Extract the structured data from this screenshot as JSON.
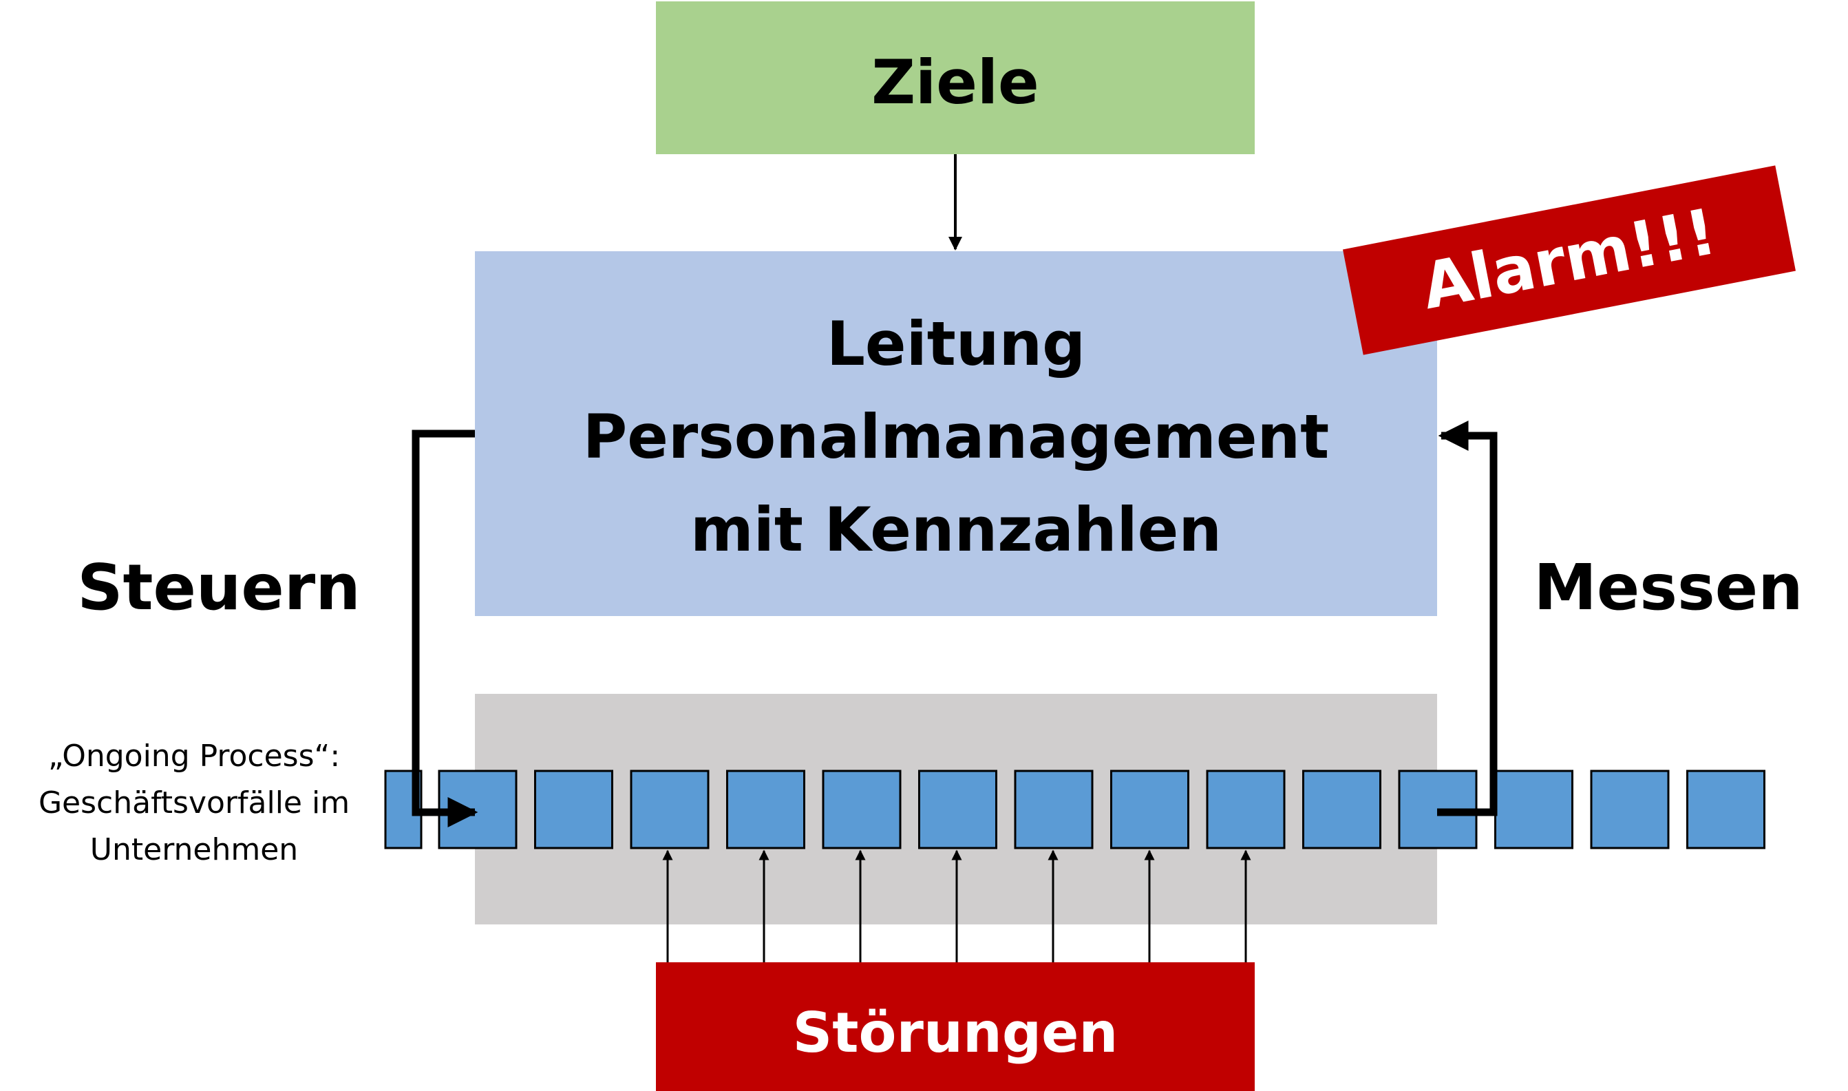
{
  "goal_box": {
    "label": "Ziele"
  },
  "management_box": {
    "line1": "Leitung",
    "line2": "Personalmanagement",
    "line3": "mit Kennzahlen"
  },
  "alarm_badge": {
    "label": "Alarm!!!"
  },
  "disturbance_box": {
    "label": "Störungen"
  },
  "left_label": "Steuern",
  "right_label": "Messen",
  "process_caption": {
    "line1": "„Ongoing Process“:",
    "line2": "Geschäftsvorfälle im",
    "line3": "Unternehmen"
  },
  "colors": {
    "goal_fill": "#a9d18e",
    "management_fill": "#b4c7e7",
    "alarm_fill": "#c00000",
    "disturbance_fill": "#c00000",
    "process_area_fill": "#d0cece",
    "process_step_fill": "#5b9bd5",
    "text": "#000000",
    "inverse_text": "#ffffff"
  }
}
